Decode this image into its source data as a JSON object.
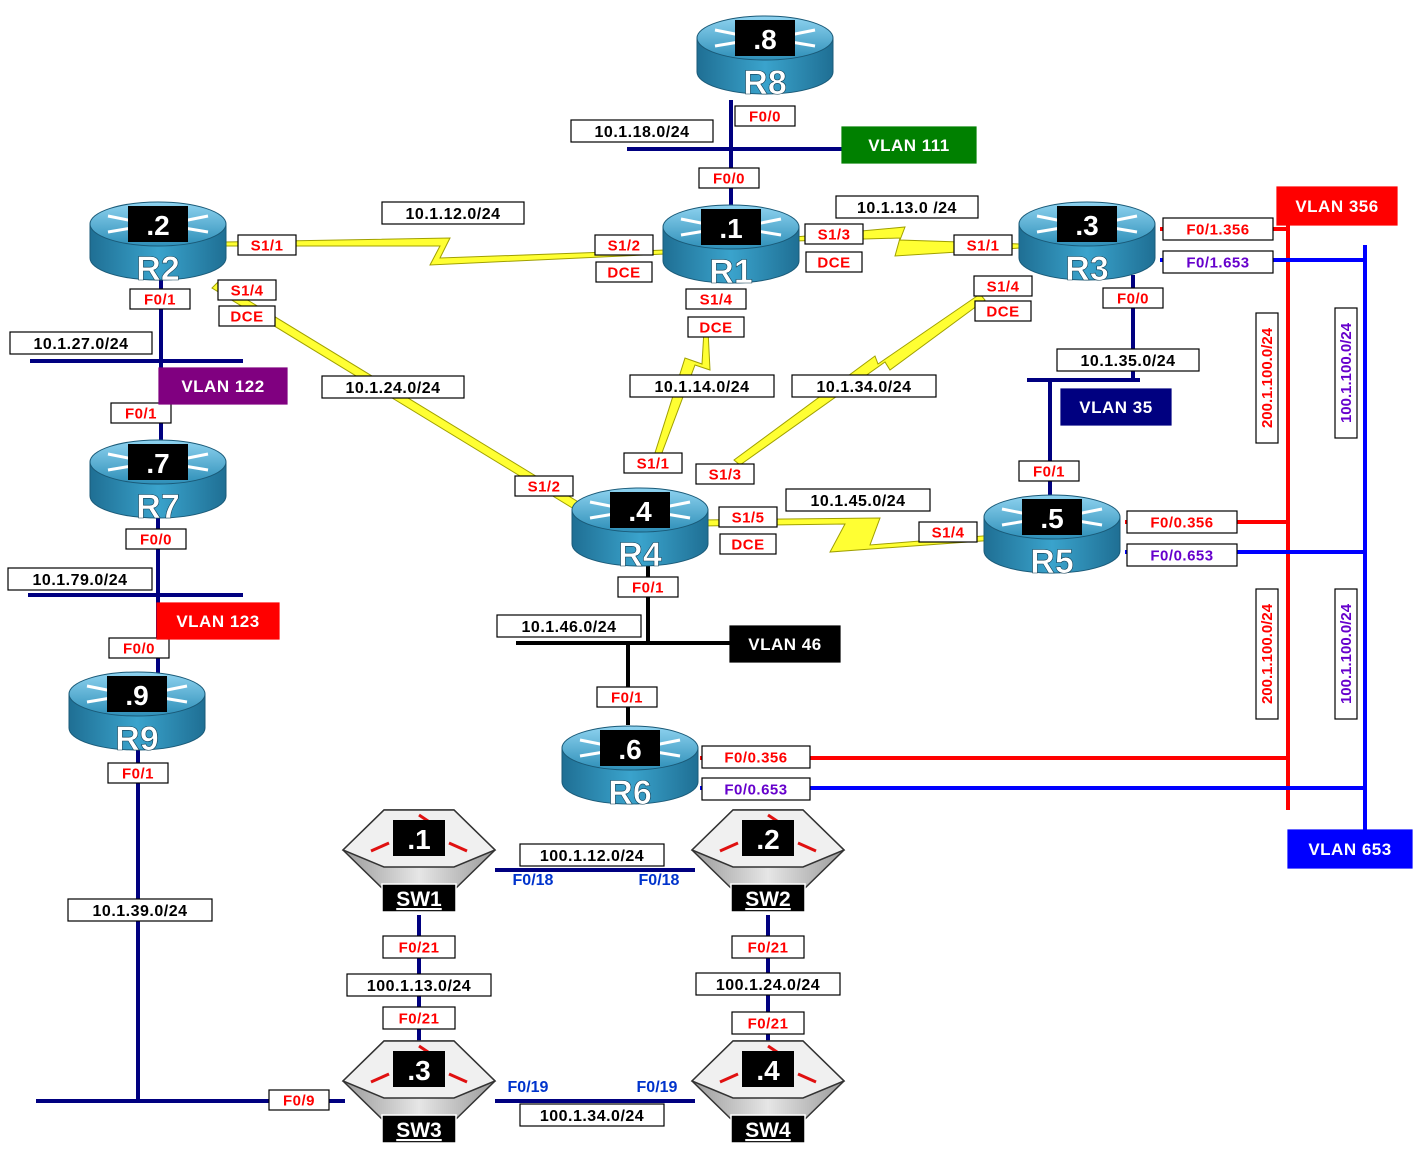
{
  "diagram": {
    "devices": {
      "r8": {
        "name": "R8",
        "host": ".8"
      },
      "r1": {
        "name": "R1",
        "host": ".1"
      },
      "r2": {
        "name": "R2",
        "host": ".2"
      },
      "r3": {
        "name": "R3",
        "host": ".3"
      },
      "r4": {
        "name": "R4",
        "host": ".4"
      },
      "r5": {
        "name": "R5",
        "host": ".5"
      },
      "r6": {
        "name": "R6",
        "host": ".6"
      },
      "r7": {
        "name": "R7",
        "host": ".7"
      },
      "r9": {
        "name": "R9",
        "host": ".9"
      },
      "sw1": {
        "name": "SW1",
        "host": ".1"
      },
      "sw2": {
        "name": "SW2",
        "host": ".2"
      },
      "sw3": {
        "name": "SW3",
        "host": ".3"
      },
      "sw4": {
        "name": "SW4",
        "host": ".4"
      }
    },
    "interfaces": {
      "r8_f00": "F0/0",
      "r1_f00": "F0/0",
      "r1_s12": "S1/2",
      "r1_s13": "S1/3",
      "r1_s14": "S1/4",
      "r2_s11": "S1/1",
      "r2_s14": "S1/4",
      "r2_f01": "F0/1",
      "r3_s11": "S1/1",
      "r3_s14": "S1/4",
      "r3_f00": "F0/0",
      "r3_f01_356": "F0/1.356",
      "r3_f01_653": "F0/1.653",
      "r7_f01": "F0/1",
      "r7_f00": "F0/0",
      "r9_f00": "F0/0",
      "r9_f01": "F0/1",
      "r4_s11": "S1/1",
      "r4_s12": "S1/2",
      "r4_s13": "S1/3",
      "r4_s15": "S1/5",
      "r4_f01": "F0/1",
      "r5_f01": "F0/1",
      "r5_s14": "S1/4",
      "r5_f00_356": "F0/0.356",
      "r5_f00_653": "F0/0.653",
      "r6_f01": "F0/1",
      "r6_f00_356": "F0/0.356",
      "r6_f00_653": "F0/0.653",
      "sw1_f018": "F0/18",
      "sw2_f018": "F0/18",
      "sw1_f021": "F0/21",
      "sw2_f021": "F0/21",
      "sw3_f021": "F0/21",
      "sw4_f021": "F0/21",
      "sw3_f09": "F0/9",
      "sw3_f019": "F0/19",
      "sw4_f019": "F0/19"
    },
    "dce": {
      "r1_s12": "DCE",
      "r1_s13": "DCE",
      "r1_s14": "DCE",
      "r2_s14": "DCE",
      "r3_s14": "DCE",
      "r4_s15": "DCE"
    },
    "subnets": {
      "n18": "10.1.18.0/24",
      "n12": "10.1.12.0/24",
      "n13": "10.1.13.0 /24",
      "n27": "10.1.27.0/24",
      "n24": "10.1.24.0/24",
      "n14": "10.1.14.0/24",
      "n34": "10.1.34.0/24",
      "n35": "10.1.35.0/24",
      "n45": "10.1.45.0/24",
      "n79": "10.1.79.0/24",
      "n46": "10.1.46.0/24",
      "n39": "10.1.39.0/24",
      "s12": "100.1.12.0/24",
      "s13": "100.1.13.0/24",
      "s24": "100.1.24.0/24",
      "s34": "100.1.34.0/24",
      "v356_a": "200.1.100.0/24",
      "v356_b": "200.1.100.0/24",
      "v653_a": "100.1.100.0/24",
      "v653_b": "100.1.100.0/24"
    },
    "vlans": {
      "v111": "VLAN 111",
      "v122": "VLAN 122",
      "v123": "VLAN 123",
      "v35": "VLAN 35",
      "v46": "VLAN 46",
      "v356": "VLAN 356",
      "v653": "VLAN 653"
    },
    "colors": {
      "ethernet": "#000080",
      "serial": "#ffff33",
      "vlan356": "#ff0000",
      "vlan653": "#0000ff",
      "vlan111": "#008000",
      "vlan122": "#800080",
      "vlan123": "#ff0000",
      "vlan35": "#000080",
      "vlan46": "#000000",
      "router": "#2e8fb8",
      "interface_text": "#ff0000",
      "purple_text": "#6600cc"
    }
  }
}
